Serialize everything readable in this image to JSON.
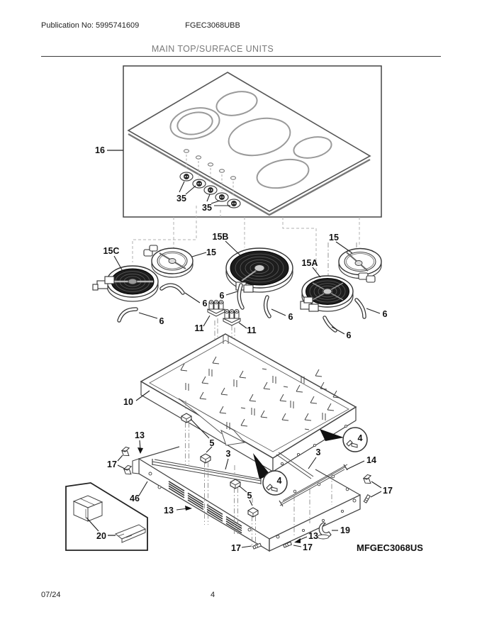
{
  "header": {
    "publication_no": "Publication No: 5995741609",
    "model": "FGEC3068UBB",
    "section_title": "MAIN TOP/SURFACE UNITS"
  },
  "footer": {
    "date_code": "07/24",
    "page_number": "4"
  },
  "diagram": {
    "variant_model": "MFGEC3068US",
    "callouts": [
      {
        "part": "main glass top",
        "label": "16"
      },
      {
        "part": "hot surface indicator",
        "label": "35"
      },
      {
        "part": "hot surface indicator",
        "label": "35"
      },
      {
        "part": "radiant element left",
        "label": "15C"
      },
      {
        "part": "ring element left",
        "label": "15"
      },
      {
        "part": "radiant element center",
        "label": "15B"
      },
      {
        "part": "radiant element right",
        "label": "15A"
      },
      {
        "part": "ring element right",
        "label": "15"
      },
      {
        "part": "wire",
        "label": "6"
      },
      {
        "part": "wire",
        "label": "6"
      },
      {
        "part": "wire",
        "label": "6"
      },
      {
        "part": "wire",
        "label": "6"
      },
      {
        "part": "wire",
        "label": "6"
      },
      {
        "part": "wire",
        "label": "6"
      },
      {
        "part": "terminal block",
        "label": "11"
      },
      {
        "part": "terminal block",
        "label": "11"
      },
      {
        "part": "support pan",
        "label": "10"
      },
      {
        "part": "screw",
        "label": "13"
      },
      {
        "part": "clip",
        "label": "17"
      },
      {
        "part": "bracket clip",
        "label": "5"
      },
      {
        "part": "rail",
        "label": "3"
      },
      {
        "part": "screw detail",
        "label": "4"
      },
      {
        "part": "rail",
        "label": "3"
      },
      {
        "part": "rail",
        "label": "14"
      },
      {
        "part": "screw detail",
        "label": "4"
      },
      {
        "part": "base pan",
        "label": "46"
      },
      {
        "part": "screw",
        "label": "13"
      },
      {
        "part": "bracket clip",
        "label": "5"
      },
      {
        "part": "clip",
        "label": "17"
      },
      {
        "part": "screw",
        "label": "13"
      },
      {
        "part": "bracket",
        "label": "19"
      },
      {
        "part": "screw",
        "label": "17"
      },
      {
        "part": "screw",
        "label": "17"
      },
      {
        "part": "cover",
        "label": "20"
      },
      {
        "part": "variant model",
        "label": "MFGEC3068US"
      }
    ]
  },
  "colors": {
    "background": "#ffffff",
    "line_dark": "#333333",
    "line_mid": "#555555",
    "glass_circle": "#999999",
    "title_text": "#7a7a7a",
    "element_dark": "#1d1d1d",
    "dashed_guide": "#aaaaaa",
    "label_text": "#111111"
  }
}
